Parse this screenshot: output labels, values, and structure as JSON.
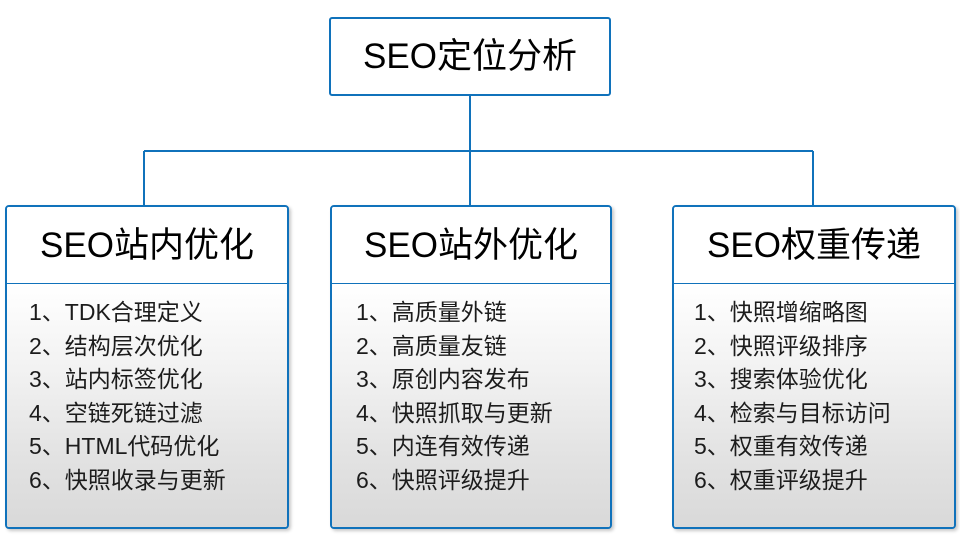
{
  "diagram": {
    "type": "org-chart",
    "accent_color": "#1072bb",
    "text_color": "#000000",
    "background_color": "#ffffff",
    "root": {
      "title": "SEO定位分析"
    },
    "branches": [
      {
        "title": "SEO站内优化",
        "items": [
          {
            "num": "1、",
            "text": "TDK合理定义"
          },
          {
            "num": "2、",
            "text": "结构层次优化"
          },
          {
            "num": "3、",
            "text": "站内标签优化"
          },
          {
            "num": "4、",
            "text": "空链死链过滤"
          },
          {
            "num": "5、",
            "text": "HTML代码优化"
          },
          {
            "num": "6、",
            "text": "快照收录与更新"
          }
        ]
      },
      {
        "title": "SEO站外优化",
        "items": [
          {
            "num": "1、",
            "text": "高质量外链"
          },
          {
            "num": "2、",
            "text": "高质量友链"
          },
          {
            "num": "3、",
            "text": "原创内容发布"
          },
          {
            "num": "4、",
            "text": "快照抓取与更新"
          },
          {
            "num": "5、",
            "text": "内连有效传递"
          },
          {
            "num": "6、",
            "text": "快照评级提升"
          }
        ]
      },
      {
        "title": "SEO权重传递",
        "items": [
          {
            "num": "1、",
            "text": "快照增缩略图"
          },
          {
            "num": "2、",
            "text": "快照评级排序"
          },
          {
            "num": "3、",
            "text": "搜索体验优化"
          },
          {
            "num": "4、",
            "text": "检索与目标访问"
          },
          {
            "num": "5、",
            "text": "权重有效传递"
          },
          {
            "num": "6、",
            "text": "权重评级提升"
          }
        ]
      }
    ]
  }
}
